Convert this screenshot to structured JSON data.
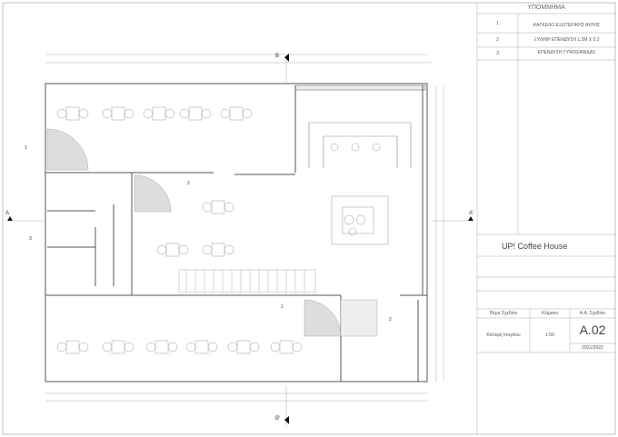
{
  "legend": {
    "title": "ΥΠΟΜΝΗΜΑ",
    "items": [
      {
        "num": "1",
        "text": "ΚΑΓΚΕΛΟ ΕΞΩΤΕΡΙΚΗΣ ΑΥΛΗΣ"
      },
      {
        "num": "2",
        "text": "ΞΥΛΙΝΗ ΕΠΕΝΔΥΣΗ 1.2Μ Χ 0.2"
      },
      {
        "num": "3",
        "text": "ΕΠΕΝΔΥΣΗ ΓΥΨΟΣΑΝΙΔΑΣ"
      }
    ]
  },
  "project": {
    "name": "UP! Coffee House"
  },
  "title_block": {
    "subject_label": "Θέμα Σχεδίου",
    "scale_label": "Κλίμακα",
    "number_label": "Α.Α. Σχεδίου",
    "subject": "Κάτοψη Ισογείου",
    "scale": "1:50",
    "number": "Α.02",
    "year": "2021/2022"
  },
  "plan": {
    "section_marks": {
      "a_left": "A",
      "a_right": "A'",
      "b_top": "B",
      "b_bottom": "B'"
    },
    "tags": [
      "1",
      "2",
      "3",
      "1",
      "2"
    ]
  }
}
